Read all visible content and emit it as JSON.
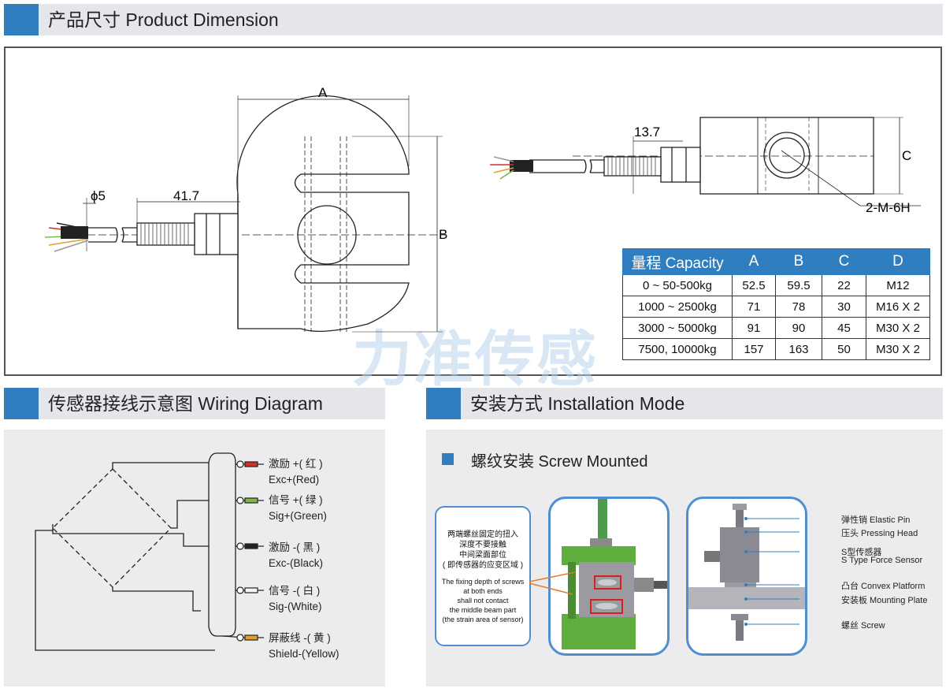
{
  "sections": {
    "dimension_title": "产品尺寸 Product Dimension",
    "wiring_title": "传感器接线示意图  Wiring Diagram",
    "install_title": "安装方式 Installation Mode"
  },
  "drawing": {
    "dim_a": "A",
    "dim_b": "B",
    "dim_c": "C",
    "dim_phi": "ϕ5",
    "dim_cable": "41.7",
    "dim_thread": "13.7",
    "dim_hole": "2-M-6H"
  },
  "spec_table": {
    "headers": [
      "量程 Capacity",
      "A",
      "B",
      "C",
      "D"
    ],
    "rows": [
      [
        "0 ~ 50-500kg",
        "52.5",
        "59.5",
        "22",
        "M12"
      ],
      [
        "1000 ~ 2500kg",
        "71",
        "78",
        "30",
        "M16 X 2"
      ],
      [
        "3000 ~ 5000kg",
        "91",
        "90",
        "45",
        "M30 X 2"
      ],
      [
        "7500, 10000kg",
        "157",
        "163",
        "50",
        "M30 X 2"
      ]
    ]
  },
  "watermark": "力准传感",
  "wiring": [
    {
      "cn": "激励 +( 红 )",
      "en": "Exc+(Red)",
      "color": "#d0312d"
    },
    {
      "cn": "信号 +( 绿 )",
      "en": "Sig+(Green)",
      "color": "#7ab84b"
    },
    {
      "cn": "激励 -( 黑 )",
      "en": "Exc-(Black)",
      "color": "#222222"
    },
    {
      "cn": "信号 -( 白 )",
      "en": "Sig-(White)",
      "color": "#f4f4f4"
    },
    {
      "cn": "屏蔽线 -( 黄 )",
      "en": "Shield-(Yellow)",
      "color": "#e0a030"
    }
  ],
  "install": {
    "subtitle": "螺纹安装 Screw Mounted",
    "note_cn": [
      "两端螺丝固定的扭入",
      "深度不要接触",
      "中间梁面部位",
      "( 即传感器的应变区域 )"
    ],
    "note_en": [
      "The fixing depth of screws",
      "at both ends",
      "shall not contact",
      "the middle beam part",
      "(the strain area of sensor)"
    ],
    "parts": [
      "弹性销 Elastic Pin",
      "压头 Pressing Head",
      "S型传感器",
      "S Type Force Sensor",
      "凸台 Convex Platform",
      "安装板 Mounting Plate",
      "螺丝 Screw"
    ]
  },
  "colors": {
    "accent": "#2f7fc0",
    "header_bg": "#e5e6ea",
    "panel_bg": "#ececee"
  }
}
